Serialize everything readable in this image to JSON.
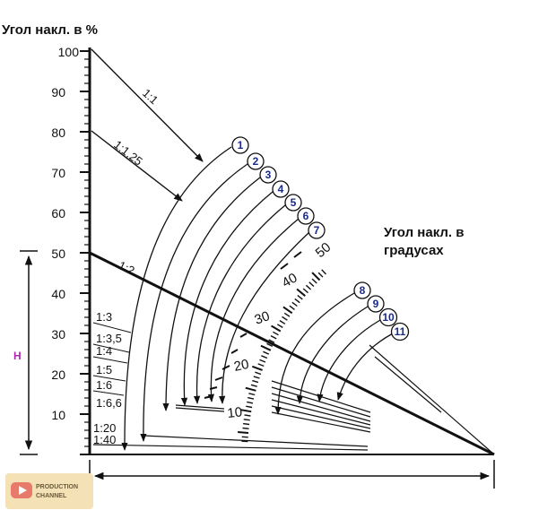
{
  "diagram": {
    "y_axis_title": "Угол накл. в %",
    "degree_scale_title_line1": "Угол накл. в",
    "degree_scale_title_line2": "градусах",
    "height_label": "H",
    "y_ticks": [
      "100",
      "90",
      "80",
      "70",
      "60",
      "50",
      "40",
      "30",
      "20",
      "10"
    ],
    "degree_ticks": [
      "50",
      "40",
      "30",
      "20",
      "10"
    ],
    "ratios": {
      "r1_1": "1:1",
      "r1_125": "1:1,25",
      "r1_2": "1:2",
      "r1_3": "1:3",
      "r1_35": "1:3,5",
      "r1_4": "1:4",
      "r1_5": "1:5",
      "r1_6": "1:6",
      "r1_66": "1:6,6",
      "r1_20": "1:20",
      "r1_40": "1:40"
    },
    "markers": [
      "1",
      "2",
      "3",
      "4",
      "5",
      "6",
      "7",
      "8",
      "9",
      "10",
      "11"
    ]
  },
  "watermark": {
    "line1": "PRODUCTION",
    "line2": "CHANNEL"
  }
}
